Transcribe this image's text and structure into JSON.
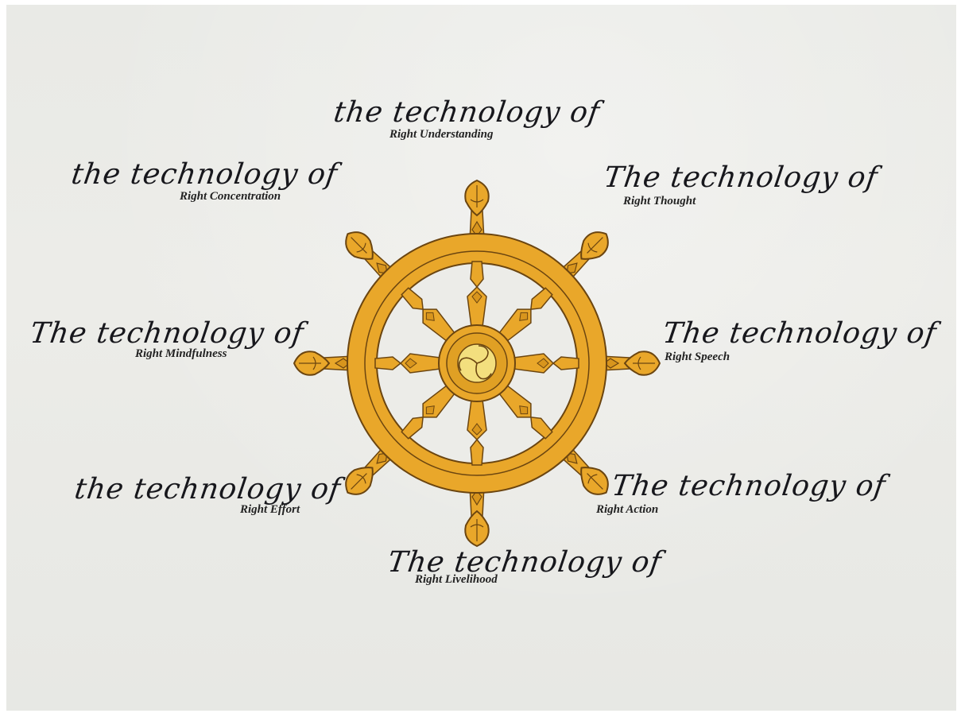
{
  "colors": {
    "paper": "#ebebe7",
    "wheel_gold": "#e9a72a",
    "wheel_outline": "#6b4510",
    "hub_light": "#f3df7e",
    "ink": "#17171c"
  },
  "wheel": {
    "icon": "dharma-wheel-icon",
    "spokes": 8
  },
  "labels": [
    {
      "name": "understanding",
      "hand": "the technology of",
      "printed": "Right Understanding"
    },
    {
      "name": "thought",
      "hand": "The technology of",
      "printed": "Right Thought"
    },
    {
      "name": "speech",
      "hand": "The technology of",
      "printed": "Right Speech"
    },
    {
      "name": "action",
      "hand": "The technology of",
      "printed": "Right Action"
    },
    {
      "name": "livelihood",
      "hand": "The technology of",
      "printed": "Right Livelihood"
    },
    {
      "name": "effort",
      "hand": "the technology of",
      "printed": "Right Effort"
    },
    {
      "name": "mindfulness",
      "hand": "The technology of",
      "printed": "Right Mindfulness"
    },
    {
      "name": "concentration",
      "hand": "the technology of",
      "printed": "Right Concentration"
    }
  ]
}
